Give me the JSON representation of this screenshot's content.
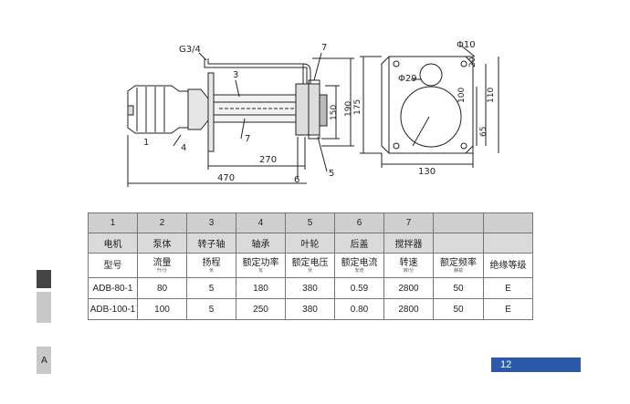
{
  "drawing": {
    "labels": {
      "g34": "G3/4",
      "n3": "3",
      "n7_top": "7",
      "n7_mid": "7",
      "n1": "1",
      "n4": "4",
      "n5": "5",
      "n6": "6",
      "d270": "270",
      "d470": "470",
      "d150": "150",
      "d190": "190",
      "phi10": "Φ10",
      "d20": "20",
      "phi29": "Φ29",
      "d175": "175",
      "d100": "100",
      "d110": "110",
      "d65": "65",
      "d130": "130"
    }
  },
  "table": {
    "header": [
      "1",
      "2",
      "3",
      "4",
      "5",
      "6",
      "7",
      "",
      ""
    ],
    "names": [
      "电机",
      "泵体",
      "转子轴",
      "轴承",
      "叶轮",
      "后盖",
      "搅拌器",
      "",
      ""
    ],
    "units": [
      {
        "name": "型号",
        "sub": ""
      },
      {
        "name": "流量",
        "sub": "升/分"
      },
      {
        "name": "扬程",
        "sub": "米"
      },
      {
        "name": "额定功率",
        "sub": "瓦"
      },
      {
        "name": "额定电压",
        "sub": "伏"
      },
      {
        "name": "额定电流",
        "sub": "安培"
      },
      {
        "name": "转速",
        "sub": "转/分"
      },
      {
        "name": "额定频率",
        "sub": "赫兹"
      },
      {
        "name": "绝缘等级",
        "sub": ""
      }
    ],
    "rows": [
      [
        "ADB-80-1",
        "80",
        "5",
        "180",
        "380",
        "0.59",
        "2800",
        "50",
        "E"
      ],
      [
        "ADB-100-1",
        "100",
        "5",
        "250",
        "380",
        "0.80",
        "2800",
        "50",
        "E"
      ]
    ]
  },
  "side": {
    "letter": "A"
  },
  "footer": {
    "page_number": "12",
    "badge_color": "#2d5aa8"
  }
}
